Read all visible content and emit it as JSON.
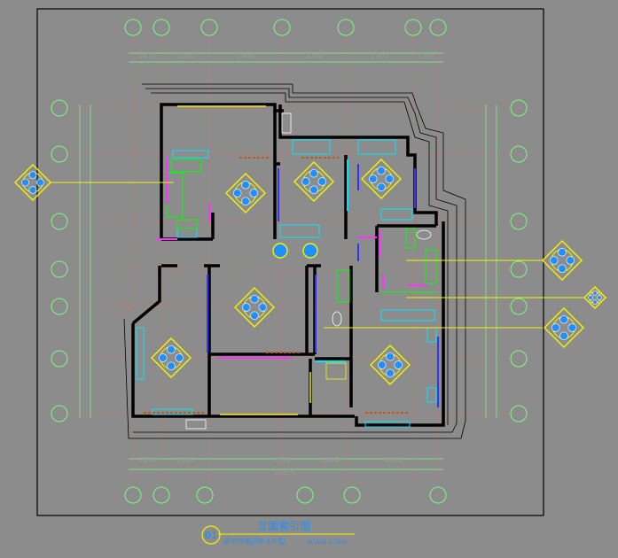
{
  "title_block": {
    "number": "01",
    "title": "立面索引图",
    "subtitle": "屏地样板间B-1户型",
    "scale": "SCALE 1:100"
  },
  "top_dimensions": [
    "1420",
    "3200",
    "2400",
    "3200",
    "2300",
    "1210"
  ],
  "bottom_dimensions": [
    "1270",
    "2200",
    "3520",
    "1800",
    "4000",
    "14600"
  ],
  "colors": {
    "background": "#8c8c8c",
    "wall": "#000000",
    "grid_line": "#e07070",
    "axis_bubble": "#7cfc7c",
    "index_symbol": "#f5f500",
    "fixture_cyan": "#00e5ff",
    "fixture_green": "#00ff00",
    "fixture_magenta": "#ff33ff",
    "door_blue": "#3333ff",
    "title_blue": "#1e90ff"
  }
}
